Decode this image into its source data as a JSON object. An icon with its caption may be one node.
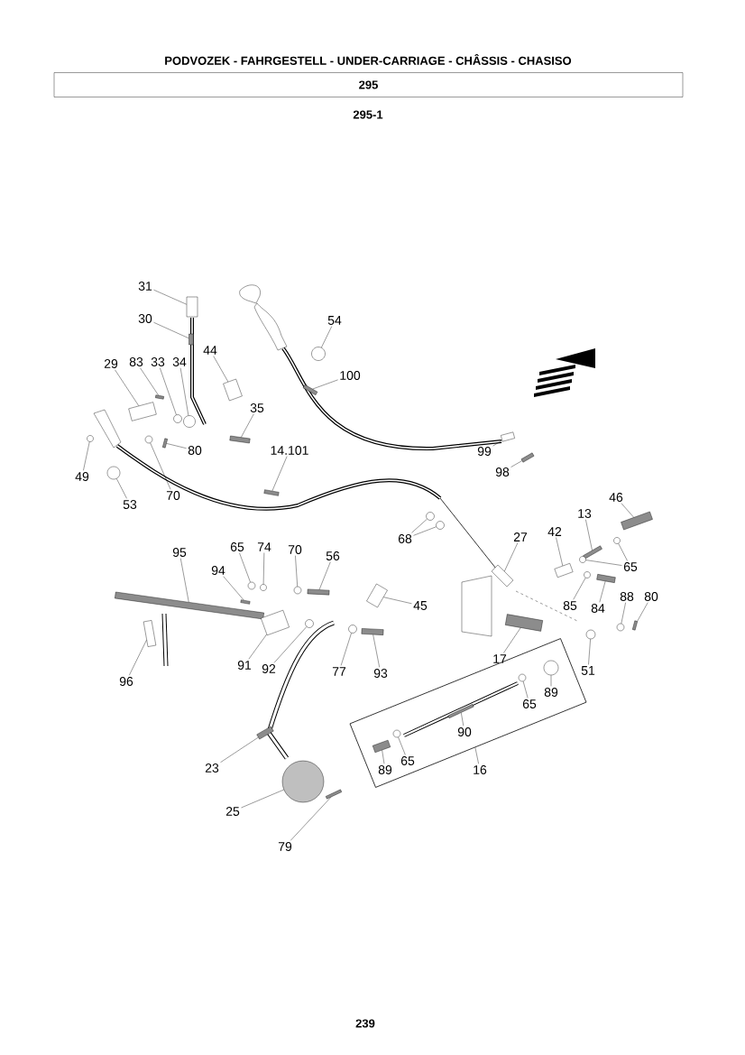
{
  "diagram": {
    "title": "PODVOZEK - FAHRGESTELL - UNDER-CARRIAGE - CHÂSSIS - CHASISO",
    "nodes": [
      {
        "text": [
          "295"
        ]
      },
      {
        "text": [
          "31"
        ]
      },
      {
        "text": [],
        "shape": "box"
      },
      {
        "text": [
          "30"
        ]
      },
      {
        "text": [],
        "shape": "bar"
      },
      {
        "text": [
          "44"
        ]
      },
      {
        "text": [],
        "shape": "box"
      },
      {
        "text": [
          "29"
        ]
      },
      {
        "text": [],
        "shape": "box"
      },
      {
        "text": [
          "83"
        ]
      },
      {
        "text": [],
        "shape": "bar"
      },
      {
        "text": [
          "33"
        ]
      },
      {
        "text": [],
        "shape": "circle"
      },
      {
        "text": [
          "34"
        ]
      },
      {
        "text": [],
        "shape": "circle"
      },
      {
        "text": [
          "35"
        ]
      },
      {
        "text": [],
        "shape": "bar"
      },
      {
        "text": [
          "54"
        ]
      },
      {
        "text": [],
        "shape": "circle"
      },
      {
        "text": [
          "100"
        ]
      },
      {
        "text": [],
        "shape": "bar"
      },
      {
        "text": [
          "80"
        ]
      },
      {
        "text": [],
        "shape": "bar"
      },
      {
        "text": [
          "70"
        ]
      },
      {
        "text": [],
        "shape": "circle"
      },
      {
        "text": [
          "49"
        ]
      },
      {
        "text": [],
        "shape": "circle"
      },
      {
        "text": [
          "53"
        ]
      },
      {
        "text": [],
        "shape": "circle"
      },
      {
        "text": [
          "14.101"
        ]
      },
      {
        "text": [],
        "shape": "bar"
      },
      {
        "text": [
          "99"
        ]
      },
      {
        "text": [],
        "shape": "box"
      },
      {
        "text": [
          "98"
        ]
      },
      {
        "text": [],
        "shape": "bar"
      },
      {
        "text": [
          "68"
        ]
      },
      {
        "text": [],
        "shape": "circle"
      },
      {
        "text": [],
        "shape": "circle"
      },
      {
        "text": [
          "27"
        ]
      },
      {
        "text": [],
        "shape": "box"
      },
      {
        "text": [
          "42"
        ]
      },
      {
        "text": [],
        "shape": "box"
      },
      {
        "text": [
          "13"
        ]
      },
      {
        "text": [],
        "shape": "bar"
      },
      {
        "text": [
          "46"
        ]
      },
      {
        "text": [],
        "shape": "bar"
      },
      {
        "text": [
          "65"
        ]
      },
      {
        "text": [],
        "shape": "circle"
      },
      {
        "text": [],
        "shape": "circle"
      },
      {
        "text": [
          "85"
        ]
      },
      {
        "text": [],
        "shape": "circle"
      },
      {
        "text": [
          "84"
        ]
      },
      {
        "text": [],
        "shape": "bar"
      },
      {
        "text": [
          "88"
        ]
      },
      {
        "text": [],
        "shape": "circle"
      },
      {
        "text": [
          "80"
        ]
      },
      {
        "text": [],
        "shape": "bar"
      },
      {
        "text": [
          "17"
        ]
      },
      {
        "text": [],
        "shape": "bar"
      },
      {
        "text": [
          "51"
        ]
      },
      {
        "text": [],
        "shape": "circle"
      },
      {
        "text": [
          "89"
        ],
        "in": 68
      },
      {
        "text": [],
        "shape": "circle",
        "in": 68
      },
      {
        "text": [
          "65"
        ],
        "in": 68
      },
      {
        "text": [],
        "shape": "circle",
        "in": 68
      },
      {
        "text": [
          "90"
        ],
        "in": 68
      },
      {
        "text": [],
        "shape": "bar",
        "in": 68
      },
      {
        "text": [
          "16"
        ]
      },
      {
        "text": [],
        "shape": "box"
      },
      {
        "text": [
          "89"
        ],
        "in": 68
      },
      {
        "text": [],
        "shape": "bar",
        "in": 68
      },
      {
        "text": [
          "65"
        ],
        "in": 68
      },
      {
        "text": [],
        "shape": "circle",
        "in": 68
      },
      {
        "text": [
          "95"
        ]
      },
      {
        "text": [],
        "shape": "bar"
      },
      {
        "text": [
          "94"
        ]
      },
      {
        "text": [],
        "shape": "bar"
      },
      {
        "text": [
          "65"
        ]
      },
      {
        "text": [],
        "shape": "circle"
      },
      {
        "text": [
          "74"
        ]
      },
      {
        "text": [],
        "shape": "circle"
      },
      {
        "text": [
          "70"
        ]
      },
      {
        "text": [],
        "shape": "circle"
      },
      {
        "text": [
          "56"
        ]
      },
      {
        "text": [],
        "shape": "bar"
      },
      {
        "text": [
          "45"
        ]
      },
      {
        "text": [],
        "shape": "box"
      },
      {
        "text": [
          "91"
        ]
      },
      {
        "text": [],
        "shape": "box"
      },
      {
        "text": [
          "92"
        ]
      },
      {
        "text": [],
        "shape": "circle"
      },
      {
        "text": [
          "77"
        ]
      },
      {
        "text": [],
        "shape": "circle"
      },
      {
        "text": [
          "93"
        ]
      },
      {
        "text": [],
        "shape": "bar"
      },
      {
        "text": [
          "96"
        ]
      },
      {
        "text": [],
        "shape": "box"
      },
      {
        "text": [
          "23"
        ]
      },
      {
        "text": [],
        "shape": "bar"
      },
      {
        "text": [
          "25"
        ]
      },
      {
        "text": [],
        "shape": "circle"
      },
      {
        "text": [
          "79"
        ]
      },
      {
        "text": [],
        "shape": "bar"
      }
    ],
    "edges": [
      {
        "from": 1,
        "to": 2,
        "arrow": "none"
      },
      {
        "from": 3,
        "to": 4,
        "arrow": "none"
      },
      {
        "from": 5,
        "to": 6,
        "arrow": "none"
      },
      {
        "from": 7,
        "to": 8,
        "arrow": "none"
      },
      {
        "from": 9,
        "to": 10,
        "arrow": "none"
      },
      {
        "from": 11,
        "to": 12,
        "arrow": "none"
      },
      {
        "from": 13,
        "to": 14,
        "arrow": "none"
      },
      {
        "from": 15,
        "to": 16,
        "arrow": "none"
      },
      {
        "from": 17,
        "to": 18,
        "arrow": "none"
      },
      {
        "from": 19,
        "to": 20,
        "arrow": "none"
      },
      {
        "from": 21,
        "to": 22,
        "arrow": "none"
      },
      {
        "from": 23,
        "to": 24,
        "arrow": "none"
      },
      {
        "from": 25,
        "to": 26,
        "arrow": "none"
      },
      {
        "from": 27,
        "to": 28,
        "arrow": "none"
      },
      {
        "from": 29,
        "to": 30,
        "arrow": "none"
      },
      {
        "from": 31,
        "to": 32,
        "arrow": "none"
      },
      {
        "from": 33,
        "to": 34,
        "arrow": "none"
      },
      {
        "from": 35,
        "to": 36,
        "arrow": "none"
      },
      {
        "from": 35,
        "to": 37,
        "arrow": "none"
      },
      {
        "from": 38,
        "to": 39,
        "arrow": "none"
      },
      {
        "from": 40,
        "to": 41,
        "arrow": "none"
      },
      {
        "from": 42,
        "to": 43,
        "arrow": "none"
      },
      {
        "from": 44,
        "to": 45,
        "arrow": "none"
      },
      {
        "from": 46,
        "to": 47,
        "arrow": "none"
      },
      {
        "from": 46,
        "to": 48,
        "arrow": "none"
      },
      {
        "from": 49,
        "to": 50,
        "arrow": "none"
      },
      {
        "from": 51,
        "to": 52,
        "arrow": "none"
      },
      {
        "from": 53,
        "to": 54,
        "arrow": "none"
      },
      {
        "from": 55,
        "to": 56,
        "arrow": "none"
      },
      {
        "from": 57,
        "to": 58,
        "arrow": "none"
      },
      {
        "from": 59,
        "to": 60,
        "arrow": "none"
      },
      {
        "from": 61,
        "to": 62,
        "arrow": "none"
      },
      {
        "from": 63,
        "to": 64,
        "arrow": "none"
      },
      {
        "from": 65,
        "to": 66,
        "arrow": "none"
      },
      {
        "from": 67,
        "to": 68,
        "arrow": "none"
      },
      {
        "from": 69,
        "to": 70,
        "arrow": "none"
      },
      {
        "from": 71,
        "to": 72,
        "arrow": "none"
      },
      {
        "from": 73,
        "to": 74,
        "arrow": "none"
      },
      {
        "from": 75,
        "to": 76,
        "arrow": "none"
      },
      {
        "from": 77,
        "to": 78,
        "arrow": "none"
      },
      {
        "from": 79,
        "to": 80,
        "arrow": "none"
      },
      {
        "from": 81,
        "to": 82,
        "arrow": "none"
      },
      {
        "from": 83,
        "to": 84,
        "arrow": "none"
      },
      {
        "from": 85,
        "to": 86,
        "arrow": "none"
      },
      {
        "from": 87,
        "to": 88,
        "arrow": "none"
      },
      {
        "from": 89,
        "to": 90,
        "arrow": "none"
      },
      {
        "from": 91,
        "to": 92,
        "arrow": "none"
      },
      {
        "from": 93,
        "to": 94,
        "arrow": "none"
      },
      {
        "from": 95,
        "to": 96,
        "arrow": "none"
      },
      {
        "from": 97,
        "to": 98,
        "arrow": "none"
      },
      {
        "from": 99,
        "to": 100,
        "arrow": "none"
      },
      {
        "from": 101,
        "to": 102,
        "arrow": "none"
      }
    ],
    "labels": [
      "295-1",
      "239"
    ]
  }
}
